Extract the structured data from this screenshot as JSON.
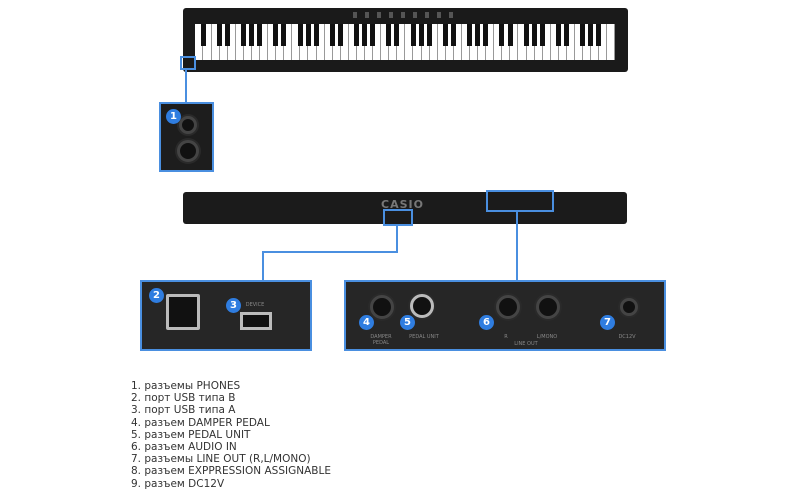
{
  "brand": "CASIO",
  "accent_color": "#2f7de0",
  "callouts": [
    "1",
    "2",
    "3",
    "4",
    "5",
    "6",
    "7"
  ],
  "panel_labels": {
    "usb_a": "DEVICE",
    "damper": "DAMPER PEDAL",
    "pedal_unit": "PEDAL UNIT",
    "r": "R",
    "lmono": "L/MONO",
    "line_out": "LINE OUT",
    "dc": "DC12V"
  },
  "list": [
    "1. разъемы PHONES",
    "2. порт USB типа B",
    "3. порт USB типа A",
    "4. разъем DAMPER PEDAL",
    "5. разъем PEDAL UNIT",
    "6. разъем AUDIO IN",
    "7. разъемы LINE OUT (R,L/MONO)",
    "8. разъем EXPPRESSION ASSIGNABLE",
    "9. разъем DC12V"
  ]
}
